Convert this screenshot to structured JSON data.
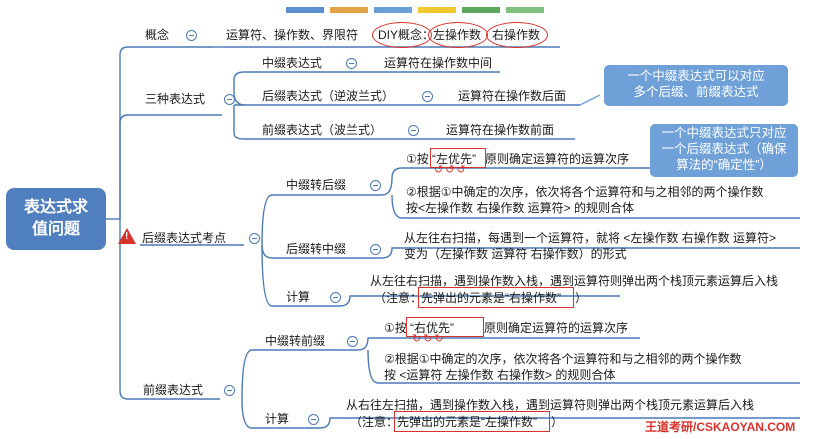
{
  "root": {
    "title": "表达式求值问题"
  },
  "colors": {
    "branch": "#4a7ab5",
    "root_fill": "#4f7fbf",
    "callout_fill": "#6fa1d8",
    "annotation_red": "#d9312b"
  },
  "tabs": {
    "colors": [
      "#5b8fd0",
      "#e1a545",
      "#6aa0d8",
      "#f0c830",
      "#5ca85c",
      "#7fbf7f"
    ]
  },
  "concept": {
    "label": "概念",
    "text_main": "运算符、操作数、界限符",
    "diy": "DIY概念：",
    "left": "左操作数",
    "right": "右操作数"
  },
  "three": {
    "label": "三种表达式",
    "infix": "中缀表达式",
    "infix_desc": "运算符在操作数中间",
    "postfix": "后缀表达式（逆波兰式）",
    "postfix_desc": "运算符在操作数后面",
    "prefix": "前缀表达式（波兰式）",
    "prefix_desc": "运算符在操作数前面"
  },
  "callout1": {
    "line1": "一个中缀表达式可以对应",
    "line2": "多个后缀、前缀表达式"
  },
  "callout2": {
    "line1": "一个中缀表达式只对应",
    "line2": "一个后缀表达式（确保",
    "line3": "算法的“确定性”）"
  },
  "postfix_topic": {
    "label": "后缀表达式考点",
    "to_postfix": "中缀转后缀",
    "rule1_a": "①按",
    "rule1_b": "“左优先”",
    "rule1_c": "原则确定运算符的运算次序",
    "rule2_1": "②根据①中确定的次序，依次将各个运算符和与之相邻的两个操作数",
    "rule2_2": "按<左操作数  右操作数  运算符> 的规则合体",
    "to_infix": "后缀转中缀",
    "infix_1": "从左往右扫描，每遇到一个运算符，就将 <左操作数  右操作数  运算符>",
    "infix_2": "变为（左操作数  运算符  右操作数）的形式",
    "calc": "计算",
    "calc_1": "从左往右扫描，遇到操作数入栈，遇到运算符则弹出两个栈顶元素运算后入栈",
    "calc_2a": "（注意：",
    "calc_2b": "先弹出的元素是“右操作数”",
    "calc_2c": "）"
  },
  "prefix_topic": {
    "label": "前缀表达式",
    "to_prefix": "中缀转前缀",
    "rule1_a": "①按",
    "rule1_b": "“右优先”",
    "rule1_c": "原则确定运算符的运算次序",
    "rule2_1": "②根据①中确定的次序，依次将各个运算符和与之相邻的两个操作数",
    "rule2_2": "按 <运算符  左操作数  右操作数> 的规则合体",
    "calc": "计算",
    "calc_1": "从右往左扫描，遇到操作数入栈，遇到运算符则弹出两个栈顶元素运算后入栈",
    "calc_2a": "（注意：",
    "calc_2b": "先弹出的元素是“左操作数”",
    "calc_2c": "）"
  },
  "watermark": "王道考研/CSKAOYAN.COM"
}
